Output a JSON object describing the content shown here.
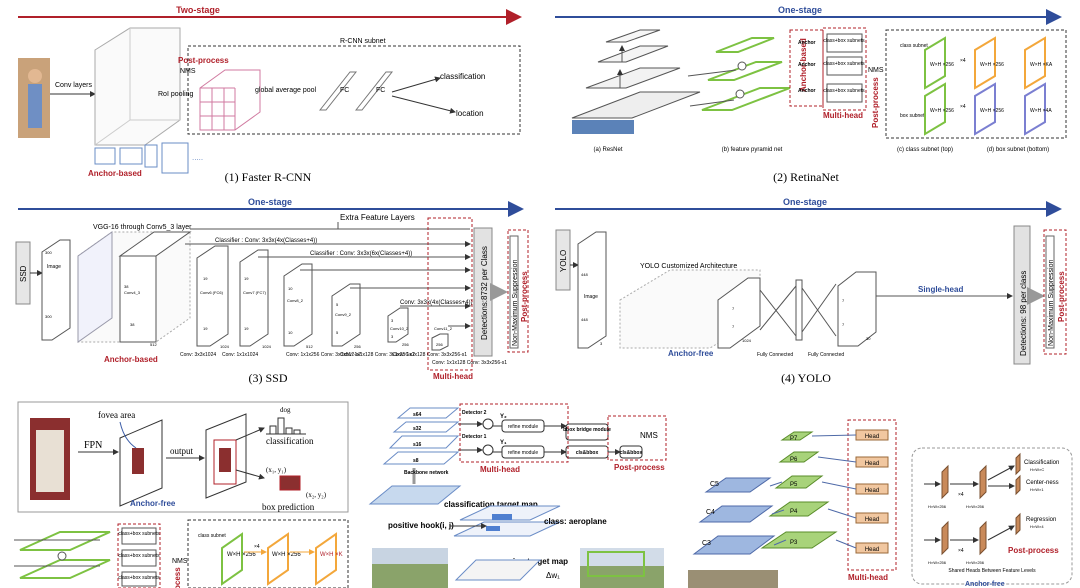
{
  "colors": {
    "red": "#b0202a",
    "blue": "#2f4d9a",
    "green": "#7dc242",
    "orange": "#f3a73b",
    "violet": "#7b7fd1",
    "pink": "#d07aa0",
    "gray": "#8a8a8a"
  },
  "banners": {
    "two_stage": "Two-stage",
    "one_stage_1": "One-stage",
    "one_stage_2": "One-stage",
    "one_stage_3": "One-stage"
  },
  "faster_rcnn": {
    "caption": "(1) Faster R-CNN",
    "conv_layers": "Conv layers",
    "post_process": "Post-process",
    "nms": "NMS",
    "roi_pooling": "RoI pooling",
    "rcnn_subnet": "R-CNN subnet",
    "gap": "global average pool",
    "fc1": "FC",
    "fc2": "FC",
    "classification": "classification",
    "location": "location",
    "anchor_based": "Anchor-based"
  },
  "retinanet": {
    "caption": "(2) RetinaNet",
    "anchor_based": "Anchor-based",
    "anchor": "Anchor",
    "subnets": "class+box subnets",
    "nms": "NMS",
    "multi_head": "Multi-head",
    "post_process": "Post-process",
    "class_subnet": "class subnet",
    "box_subnet": "box subnet",
    "wxh256": "W×H ×256",
    "wxhka": "W×H ×KA",
    "wxh4a": "W×H ×4A",
    "x4": "×4",
    "sub_a": "(a) ResNet",
    "sub_b": "(b) feature pyramid net",
    "sub_c": "(c) class subnet (top)",
    "sub_d": "(d) box subnet (bottom)"
  },
  "ssd": {
    "caption": "(3) SSD",
    "label": "SSD",
    "vgg": "VGG-16 through Conv5_3 layer",
    "extra": "Extra Feature Layers",
    "classifier1": "Classifier : Conv: 3x3x(4x(Classes+4))",
    "classifier2": "Classifier : Conv: 3x3x(6x(Classes+4))",
    "classifier3": "Conv: 3x3x(4x(Classes+4))",
    "image": "Image",
    "conv4_3": "Conv4_3",
    "conv6": "Conv6 (FC6)",
    "conv7": "Conv7 (FC7)",
    "conv8_2": "Conv8_2",
    "conv9_2": "Conv9_2",
    "conv10_2": "Conv10_2",
    "conv11_2": "Conv11_2",
    "bottom1": "Conv: 3x3x1024",
    "bottom2": "Conv: 1x1x1024",
    "bottom3": "Conv: 1x1x256 Conv: 3x3x512-s2",
    "bottom4": "Conv: 1x1x128 Conv: 3x3x256-s2",
    "bottom5": "Conv: 1x1x128 Conv: 3x3x256-s1",
    "bottom6": "Conv: 1x1x128 Conv: 3x3x256-s1",
    "detections": "Detections:8732 per Class",
    "nms_full": "Non-Maximum Suppression",
    "post_process": "Post-process",
    "anchor_based": "Anchor-based",
    "multi_head": "Multi-head",
    "dims": [
      "300",
      "300",
      "38",
      "38",
      "512",
      "19",
      "19",
      "1024",
      "19",
      "19",
      "1024",
      "10",
      "10",
      "512",
      "5",
      "5",
      "256",
      "3",
      "3",
      "256",
      "256"
    ]
  },
  "yolo": {
    "caption": "(4) YOLO",
    "label": "YOLO",
    "custom": "YOLO Customized Architecture",
    "image": "Image",
    "anchor_free": "Anchor-free",
    "fc1": "Fully Connected",
    "fc2": "Fully Connected",
    "single_head": "Single-head",
    "detections": "Detections: 98 per class",
    "nms_full": "Non-Maximum Suppression",
    "post_process": "Post-process",
    "dims": [
      "448",
      "448",
      "3",
      "7",
      "7",
      "1024",
      "7",
      "7",
      "30"
    ]
  },
  "foveabox": {
    "fovea_area": "fovea area",
    "fpn": "FPN",
    "output": "output",
    "dog": "dog",
    "classification": "classification",
    "point1": "(x₁, y₁)",
    "point2": "(x₂, y₂)",
    "box_prediction": "box prediction",
    "anchor_free": "Anchor-free"
  },
  "retina_small": {
    "subnets": "class+box subnets",
    "nms": "NMS",
    "class_subnet": "class subnet",
    "wxh256": "W×H ×256",
    "wxhk": "W×H ×K",
    "x4": "×4",
    "process": "ocess"
  },
  "reppoints": {
    "detector2": "Detector 2",
    "detector1": "Detector 1",
    "y2": "Y₂",
    "y1": "Y₁",
    "refine": "refine module",
    "bbox_bridge": "bbox bridge module",
    "clsbbox": "cls&bbox",
    "nms": "NMS",
    "multi_head": "Multi-head",
    "post_process": "Post-process",
    "backbone": "Backbone network",
    "scales": [
      "s64",
      "s32",
      "s16",
      "s8"
    ]
  },
  "cornernet": {
    "cls_map": "classification target map",
    "positive": "positive hook(i, j)",
    "class_label": "class: aeroplane",
    "reg_map": "regression target map",
    "dw": "Δw₁"
  },
  "fcos": {
    "c5": "C5",
    "c4": "C4",
    "c3": "C3",
    "p3": "P3",
    "p4": "P4",
    "p5": "P5",
    "p6": "P6",
    "p7": "P7",
    "head": "Head",
    "multi_head": "Multi-head",
    "classification": "Classification",
    "cls_dim": "H×W×C",
    "centerness": "Center-ness",
    "ctr_dim": "H×W×1",
    "regression": "Regression",
    "reg_dim": "H×W×4",
    "hw256": "H×W×256",
    "x4": "×4",
    "post_process": "Post-process",
    "shared": "Shared Heads Between Feature Levels",
    "anchor_free": "Anchor-free"
  }
}
